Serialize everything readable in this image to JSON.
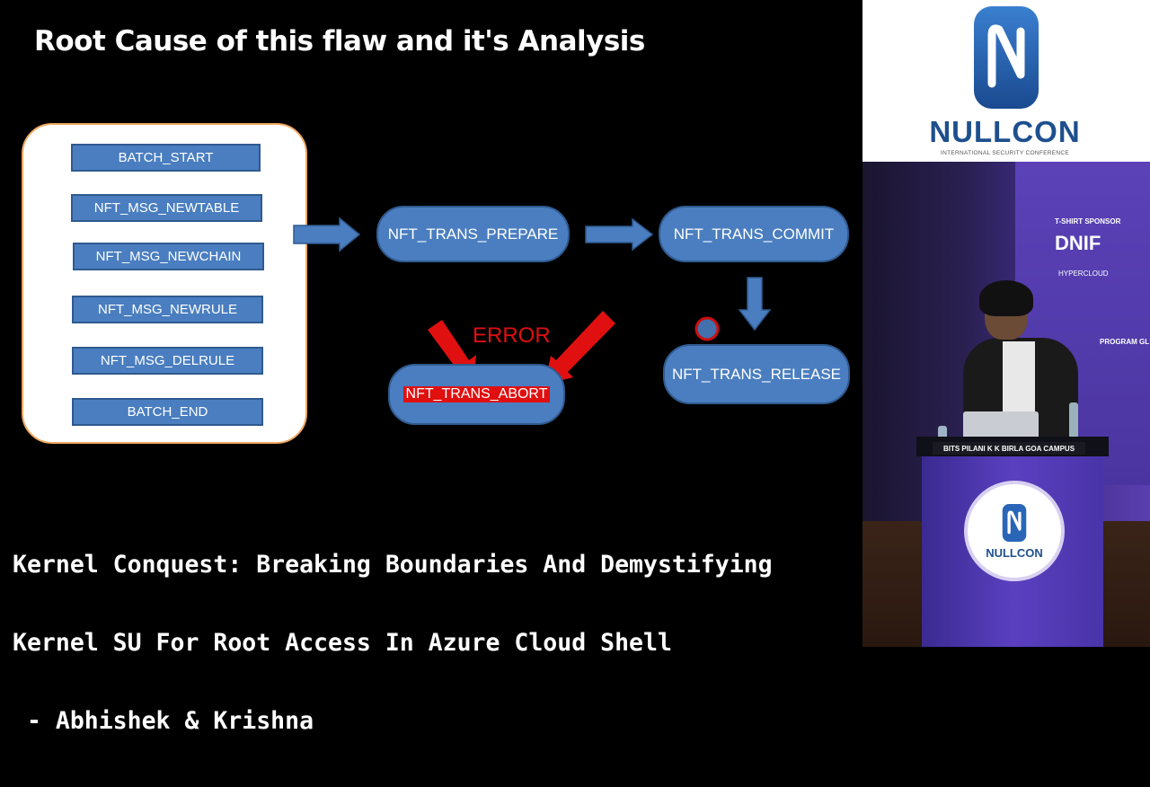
{
  "slide": {
    "title": "Root Cause of this flaw and it's Analysis",
    "batch_messages": [
      "BATCH_START",
      "NFT_MSG_NEWTABLE",
      "NFT_MSG_NEWCHAIN",
      "NFT_MSG_NEWRULE",
      "NFT_MSG_DELRULE",
      "BATCH_END"
    ],
    "states": {
      "prepare": "NFT_TRANS_PREPARE",
      "commit": "NFT_TRANS_COMMIT",
      "release": "NFT_TRANS_RELEASE",
      "abort": "NFT_TRANS_ABORT"
    },
    "error_label": "ERROR",
    "colors": {
      "box": "#4a7ec0",
      "error": "#e01010",
      "panel_border": "#f0a860"
    }
  },
  "banner": {
    "lines": [
      "Kernel Conquest: Breaking Boundaries And Demystifying",
      "Kernel SU For Root Access In Azure Cloud Shell",
      " - Abhishek & Krishna"
    ]
  },
  "logo": {
    "wordmark": "NULLCON",
    "tagline": "INTERNATIONAL SECURITY CONFERENCE",
    "brand_color": "#1e4f8e"
  },
  "stage": {
    "sponsor_heading": "T-SHIRT SPONSOR",
    "sponsor_name": "DNIF",
    "sponsor_sub": "HYPERCLOUD",
    "program_label": "PROGRAM GL",
    "podium_plate": "BITS PILANI K K BIRLA GOA CAMPUS",
    "podium_badge": "NULLCON"
  }
}
